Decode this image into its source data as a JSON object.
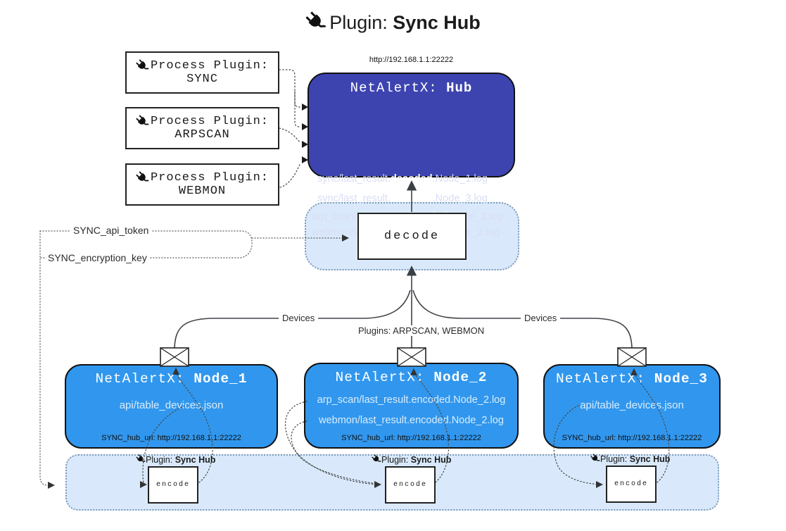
{
  "title": {
    "prefix": "Plugin:",
    "name": "Sync Hub"
  },
  "hub": {
    "url": "http://192.168.1.1:22222",
    "title_prefix": "NetAlertX:",
    "title_name": "Hub",
    "lines": [
      {
        "pre": "sync/last_result.",
        "bold": "decoded",
        "post": ".Node_1.log"
      },
      {
        "pre": "sync/last_result.",
        "bold": "decoded",
        "post": ".Node_3.log"
      },
      {
        "pre": "arp_scan/last_result.",
        "bold": "decoded",
        "post": ".Node_2.log"
      },
      {
        "pre": "webmon/last_result.",
        "bold": "decoded",
        "post": ".Node_2.log"
      }
    ]
  },
  "process_plugins": [
    {
      "label": "Process Plugin:",
      "name": "SYNC"
    },
    {
      "label": "Process Plugin:",
      "name": "ARPSCAN"
    },
    {
      "label": "Process Plugin:",
      "name": "WEBMON"
    }
  ],
  "decode": {
    "label": "decode"
  },
  "params": {
    "api_token": "SYNC_api_token",
    "encryption_key": "SYNC_encryption_key"
  },
  "edges": {
    "devices_left": "Devices",
    "devices_right": "Devices",
    "plugins": "Plugins: ARPSCAN, WEBMON"
  },
  "nodes": [
    {
      "title_prefix": "NetAlertX:",
      "title_name": "Node_1",
      "lines": [
        "api/table_devices.json"
      ],
      "hub_url": "SYNC_hub_url: http://192.168.1.1:22222"
    },
    {
      "title_prefix": "NetAlertX:",
      "title_name": "Node_2",
      "lines": [
        "arp_scan/last_result.encoded.Node_2.log",
        "webmon/last_result.encoded.Node_2.log"
      ],
      "hub_url": "SYNC_hub_url: http://192.168.1.1:22222"
    },
    {
      "title_prefix": "NetAlertX:",
      "title_name": "Node_3",
      "lines": [
        "api/table_devices.json"
      ],
      "hub_url": "SYNC_hub_url: http://192.168.1.1:22222"
    }
  ],
  "encode": {
    "label": "encode",
    "plugin_prefix": "Plugin:",
    "plugin_name": "Sync Hub"
  },
  "colors": {
    "hub": "#3d44b0",
    "node": "#3197ee",
    "band": "#d9e9fb",
    "band_border": "#7d9ab8"
  }
}
